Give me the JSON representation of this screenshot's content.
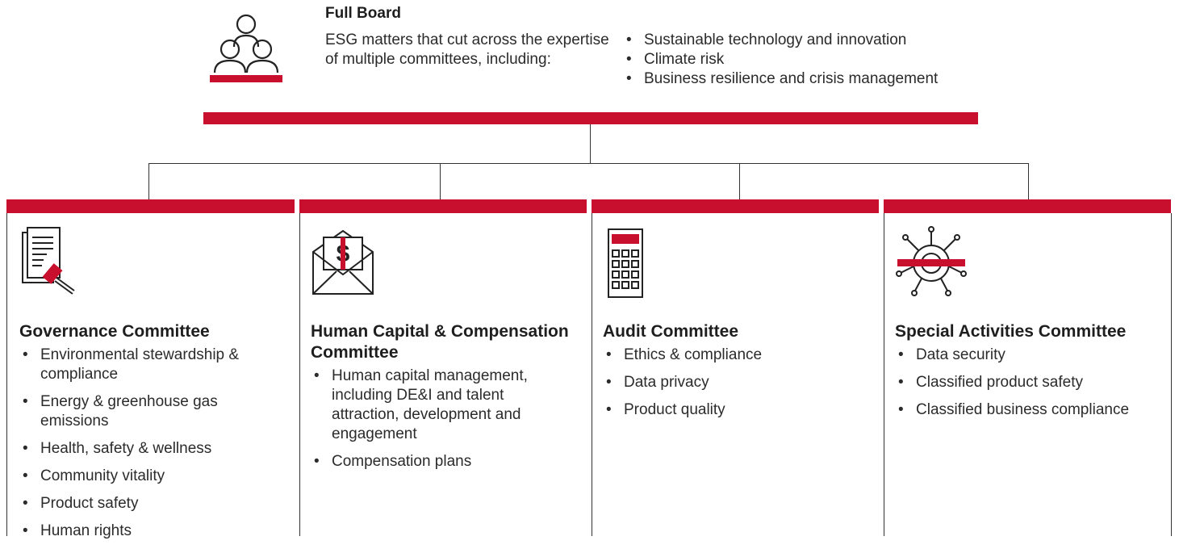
{
  "board": {
    "title": "Full Board",
    "description": "ESG matters that cut across the expertise of multiple committees, including:",
    "items": [
      "Sustainable technology and innovation",
      "Climate risk",
      "Business resilience and crisis management"
    ]
  },
  "committees": [
    {
      "title": "Governance Committee",
      "items": [
        "Environmental stewardship & compliance",
        "Energy & greenhouse gas emissions",
        "Health, safety & wellness",
        "Community vitality",
        "Product safety",
        "Human rights"
      ]
    },
    {
      "title": "Human Capital & Compensation Committee",
      "items": [
        "Human capital management, including DE&I and talent attraction, development and engagement",
        "Compensation plans"
      ]
    },
    {
      "title": "Audit Committee",
      "items": [
        "Ethics & compliance",
        "Data privacy",
        "Product quality"
      ]
    },
    {
      "title": "Special Activities Committee",
      "items": [
        "Data security",
        "Classified product safety",
        "Classified business compliance"
      ]
    }
  ],
  "colors": {
    "accent": "#c8102e",
    "text": "#2b2b2b",
    "line": "#333333"
  },
  "icons": [
    "people-icon",
    "document-gavel-icon",
    "envelope-dollar-icon",
    "calculator-icon",
    "network-shield-icon"
  ]
}
